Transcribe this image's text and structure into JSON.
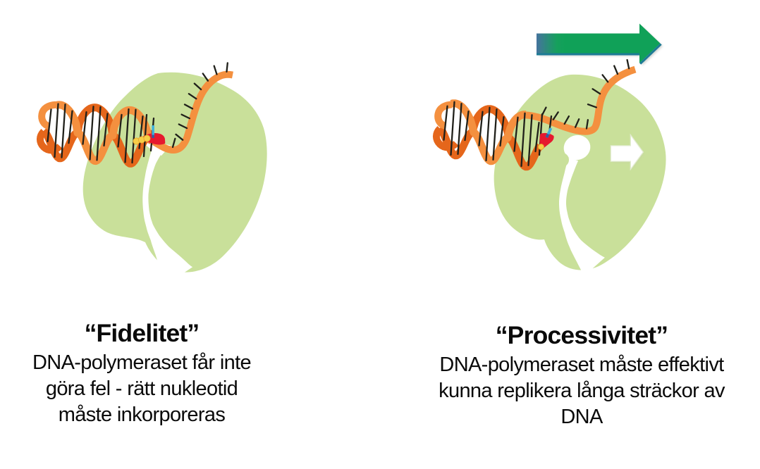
{
  "slide": {
    "background": "#ffffff",
    "panels": [
      {
        "id": "fidelity",
        "illustration": "dna-polymerase-replicating-dna",
        "title": "“Fidelitet”",
        "body_lines": [
          "DNA-polymeraset får inte",
          "göra fel - rätt nukleotid",
          "måste inkorporeras"
        ]
      },
      {
        "id": "processivity",
        "illustration": "dna-polymerase-replicating-dna-moving-right",
        "title": "“Processivitet”",
        "body_lines": [
          "DNA-polymeraset måste effektivt",
          "kunna replikera långa sträckor av",
          "DNA"
        ],
        "icons": [
          "green-right-arrow",
          "white-right-arrow"
        ]
      }
    ],
    "colors": {
      "polymerase": "#c9e09a",
      "dna_front": "#f4903f",
      "dna_back": "#e5661b",
      "active_site": "#e6192e",
      "nucleotides": "#f6cf47",
      "incoming_nucleotide": "#3eb0dd",
      "motion_arrow_green": "#12a15b",
      "motion_arrow_tail": "#45739e",
      "text": "#0a0a0a"
    }
  }
}
